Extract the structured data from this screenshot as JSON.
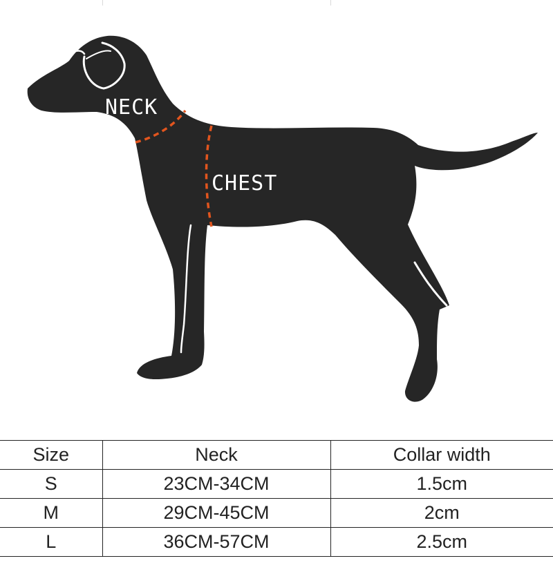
{
  "figure": {
    "neck_label": "NECK",
    "chest_label": "CHEST",
    "measure_color": "#e2551e",
    "silhouette_color": "#262626"
  },
  "table": {
    "headers": [
      "Size",
      "Neck",
      "Collar width"
    ],
    "rows": [
      [
        "S",
        "23CM-34CM",
        "1.5cm"
      ],
      [
        "M",
        "29CM-45CM",
        "2cm"
      ],
      [
        "L",
        "36CM-57CM",
        "2.5cm"
      ]
    ]
  }
}
